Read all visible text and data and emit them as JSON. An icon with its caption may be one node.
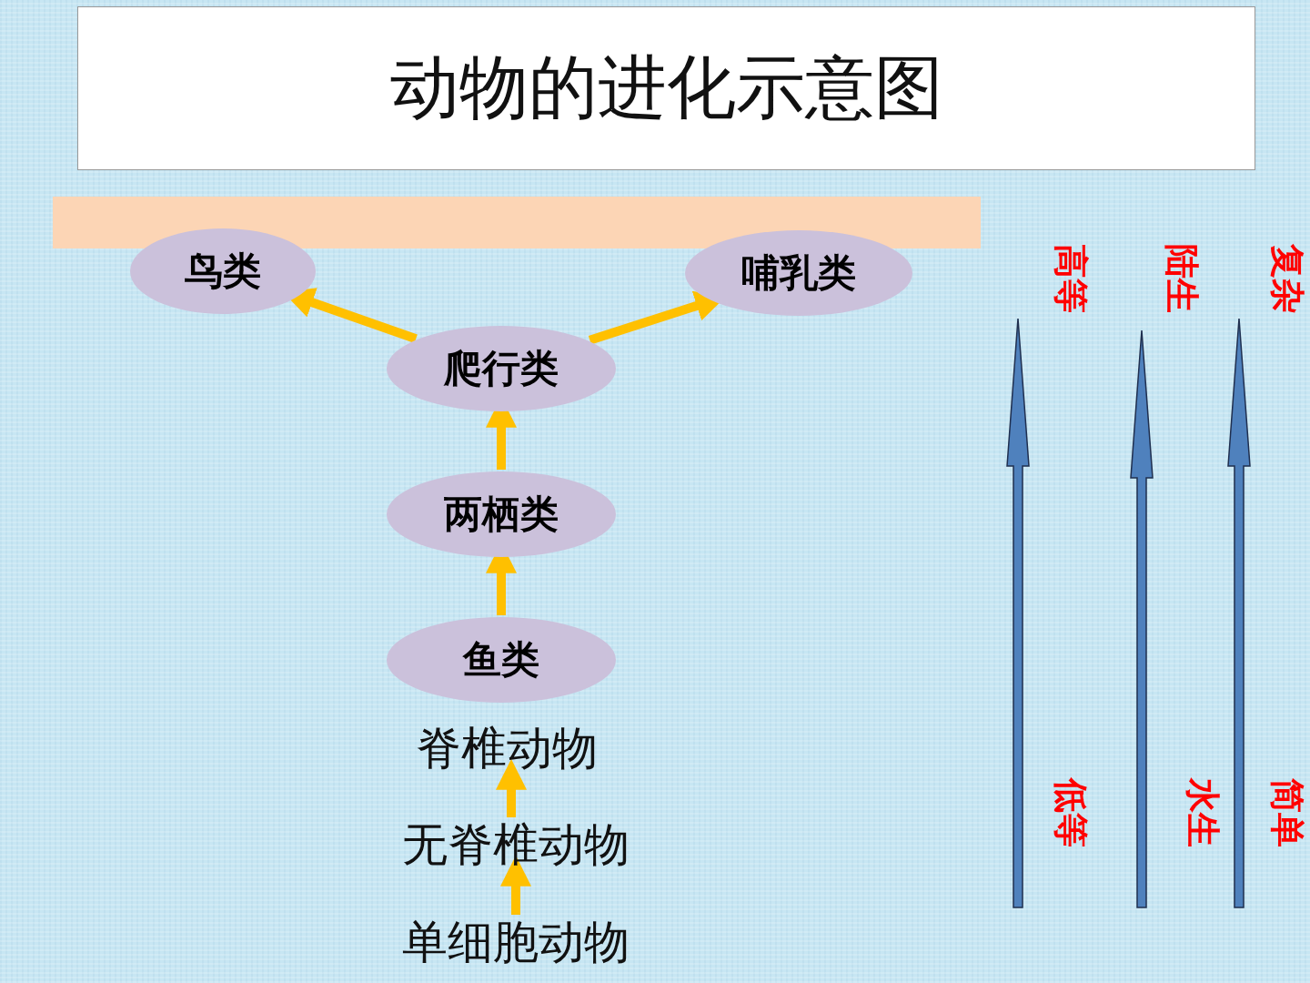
{
  "diagram": {
    "title": "动物的进化示意图",
    "nodes": [
      {
        "text": [
          "鸟类"
        ]
      },
      {
        "text": [
          "哺乳类"
        ]
      },
      {
        "text": [
          "爬行类"
        ]
      },
      {
        "text": [
          "两栖类"
        ]
      },
      {
        "text": [
          "鱼类"
        ]
      },
      {
        "text": [
          "脊椎动物"
        ]
      },
      {
        "text": [
          "无脊椎动物"
        ]
      },
      {
        "text": [
          "单细胞动物"
        ]
      }
    ],
    "edges": [
      {
        "from": 2,
        "to": 0,
        "arrow": "to"
      },
      {
        "from": 2,
        "to": 1,
        "arrow": "to"
      },
      {
        "from": 3,
        "to": 2,
        "arrow": "to"
      },
      {
        "from": 4,
        "to": 3,
        "arrow": "to"
      },
      {
        "from": 6,
        "to": 5,
        "arrow": "to"
      },
      {
        "from": 7,
        "to": 6,
        "arrow": "to"
      }
    ],
    "labels": [
      "高等",
      "陆生",
      "复杂",
      "低等",
      "水生",
      "简单"
    ]
  }
}
